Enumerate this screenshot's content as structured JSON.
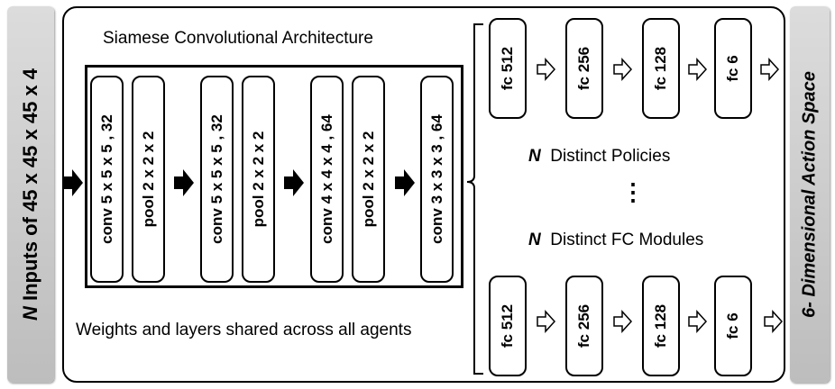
{
  "left_label": {
    "n": "N",
    "rest": " Inputs of 45 x 45 x 45 x 4"
  },
  "right_label": "6- Dimensional Action Space",
  "cnn_title": "Siamese Convolutional Architecture",
  "shared_caption": "Weights and layers shared across all agents",
  "cnn_layers": [
    "conv 5 x 5 x 5 , 32",
    "pool 2 x 2 x 2",
    "conv 5 x 5 x 5 , 32",
    "pool 2 x 2 x 2",
    "conv 4 x 4 x 4 , 64",
    "pool 2 x 2 x 2",
    "conv 3 x 3 x 3 , 64"
  ],
  "fc_top": [
    "fc 512",
    "fc 256",
    "fc 128",
    "fc 6"
  ],
  "fc_bottom": [
    "fc 512",
    "fc 256",
    "fc 128",
    "fc 6"
  ],
  "policies_caption": {
    "n": "N",
    "text": "  Distinct Policies"
  },
  "ellipsis": "⋮",
  "fc_modules_caption": {
    "n": "N",
    "text": "  Distinct FC Modules"
  },
  "icons": {
    "solid_arrow": "solid-right-arrow-icon",
    "hollow_arrow": "hollow-right-arrow-icon",
    "brace": "left-brace-icon"
  }
}
